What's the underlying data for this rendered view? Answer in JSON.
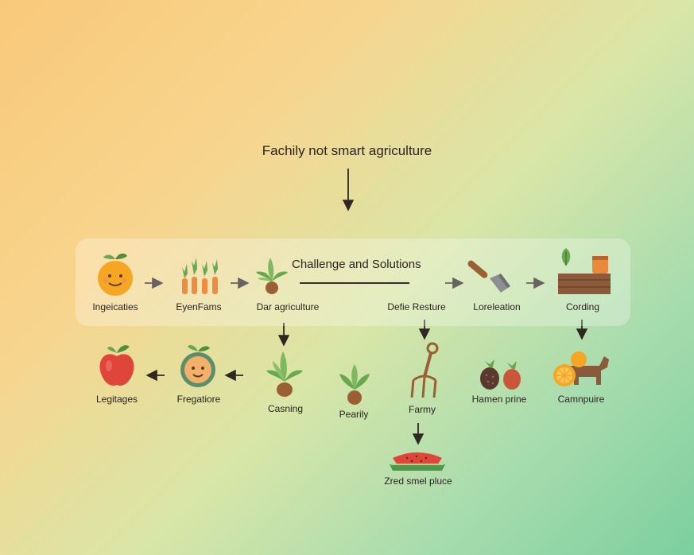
{
  "diagram": {
    "title": "Fachily not smart agriculture",
    "subtitle": "Challenge and Solutions",
    "nodes": {
      "ingeicaties": "Ingeicaties",
      "eyen_fams": "EyenFams",
      "dar_agriculture": "Dar agriculture",
      "defie_resture": "Defie Resture",
      "loreleation": "Loreleation",
      "cording": "Cording",
      "legitages": "Legitages",
      "fregatiore": "Fregatiore",
      "casning": "Casning",
      "pearily": "Pearily",
      "farmy": "Farmy",
      "hamen_prine": "Hamen prine",
      "camnpuire": "Camnpuire",
      "zred_smel_pluce": "Zred smel pluce"
    },
    "icons": {
      "ingeicaties": "smiling-orange-icon",
      "eyen_fams": "carrot-row-icon",
      "dar_agriculture": "sprout-pot-icon",
      "loreleation": "trowel-icon",
      "cording": "crate-with-plant-icon",
      "legitages": "apple-icon",
      "fregatiore": "smiling-fruit-icon",
      "casning": "sprout-bulb-icon",
      "pearily": "seedling-icon",
      "farmy": "pitchfork-icon",
      "hamen_prine": "berries-icon",
      "camnpuire": "orange-and-cow-icon",
      "zred_smel_pluce": "watermelon-slice-icon"
    },
    "colors": {
      "orange": "#f5a623",
      "leaf": "#6aa84f",
      "brown": "#8a5a3b",
      "red": "#e0453a",
      "arrow": "#2f2723"
    }
  }
}
